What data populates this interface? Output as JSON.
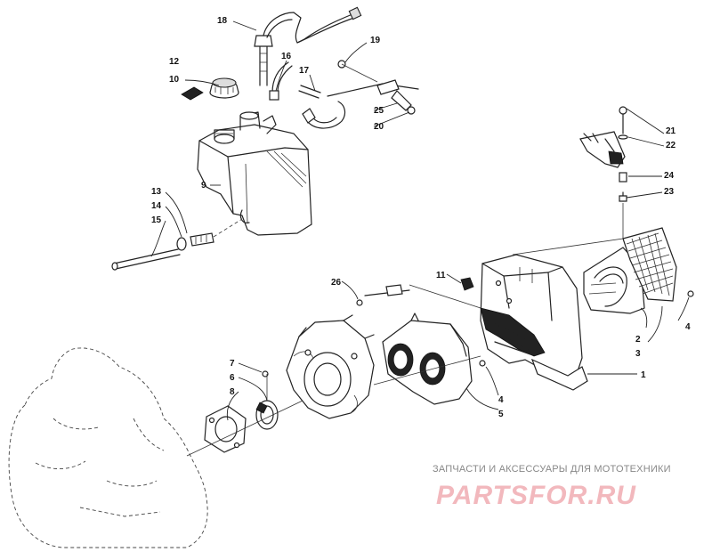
{
  "diagram": {
    "part_numbers": [
      "1",
      "2",
      "3",
      "4",
      "4",
      "5",
      "6",
      "7",
      "8",
      "9",
      "10",
      "11",
      "12",
      "13",
      "14",
      "15",
      "16",
      "17",
      "18",
      "19",
      "20",
      "21",
      "22",
      "23",
      "24",
      "25",
      "26"
    ]
  },
  "watermark": {
    "tagline": "ЗАПЧАСТИ И АКСЕССУАРЫ ДЛЯ МОТОТЕХНИКИ",
    "logo": "PARTSFOR.RU",
    "colors": {
      "tagline": "#8a8a8a",
      "logo": "#f2b8bd"
    }
  }
}
